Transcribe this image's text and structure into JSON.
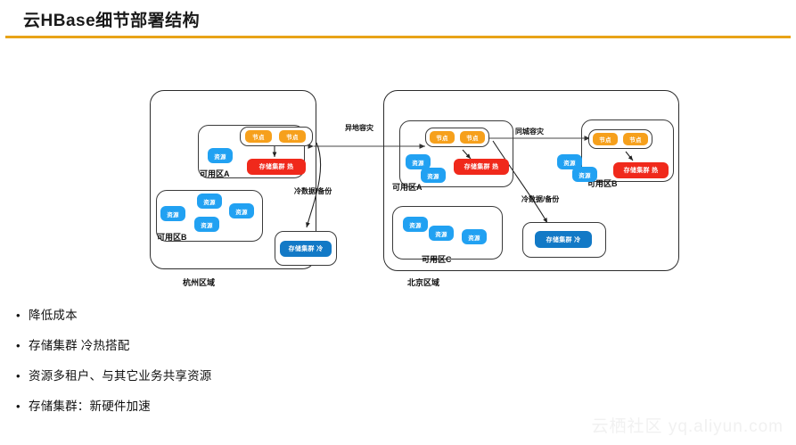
{
  "slide": {
    "title": "云HBase细节部署结构",
    "accent_color": "#E8A317",
    "watermark": "云栖社区 yq.aliyun.com"
  },
  "palette": {
    "node": "#F6A01C",
    "resource": "#21A1F2",
    "hot_storage": "#F0291B",
    "cold_storage": "#1279C6",
    "outline": "#2b2b2b"
  },
  "labels": {
    "node": "节点",
    "resource": "资源",
    "hot_storage": "存储集群 热",
    "cold_storage": "存储集群 冷"
  },
  "diagram": {
    "regions": [
      {
        "id": "hangzhou",
        "label": "杭州区域",
        "zones": [
          {
            "id": "hz-az-a",
            "label": "可用区A",
            "nodes": 2,
            "resources": 1,
            "hot_storage": 1
          },
          {
            "id": "hz-az-b",
            "label": "可用区B",
            "nodes": 0,
            "resources": 4,
            "hot_storage": 0
          }
        ],
        "cold_storage_label": "存储集群 冷"
      },
      {
        "id": "beijing",
        "label": "北京区域",
        "zones": [
          {
            "id": "bj-az-a",
            "label": "可用区A",
            "nodes": 2,
            "resources": 2,
            "hot_storage": 1
          },
          {
            "id": "bj-az-b",
            "label": "可用区B",
            "nodes": 2,
            "resources": 2,
            "hot_storage": 1
          },
          {
            "id": "bj-az-c",
            "label": "可用区C",
            "nodes": 0,
            "resources": 3,
            "hot_storage": 0
          }
        ],
        "cold_storage_label": "存储集群 冷"
      }
    ],
    "edges": [
      {
        "id": "cross-region-dr",
        "label": "异地容灾"
      },
      {
        "id": "hz-cold-backup",
        "label": "冷数据/备份"
      },
      {
        "id": "same-city-dr",
        "label": "同城容灾"
      },
      {
        "id": "bj-cold-backup",
        "label": "冷数据/备份"
      }
    ]
  },
  "bullets": [
    {
      "marker": "•",
      "text": "降低成本"
    },
    {
      "marker": "•",
      "text": "存储集群 冷热搭配"
    },
    {
      "marker": "•",
      "text": "资源多租户、与其它业务共享资源"
    },
    {
      "marker": "•",
      "text": "存储集群：新硬件加速"
    }
  ]
}
